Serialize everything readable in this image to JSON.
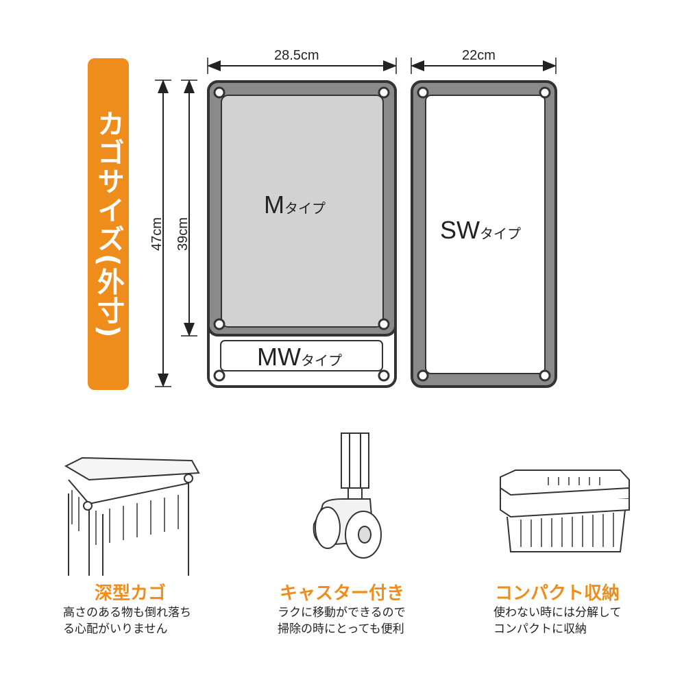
{
  "heading": "カゴサイズ(外寸)",
  "dimensions": {
    "m_width": "28.5cm",
    "sw_width": "22cm",
    "total_height": "47cm",
    "m_height": "39cm"
  },
  "types": {
    "m": {
      "name": "M",
      "suffix": "タイプ"
    },
    "mw": {
      "name": "MW",
      "suffix": "タイプ"
    },
    "sw": {
      "name": "SW",
      "suffix": "タイプ"
    }
  },
  "features": [
    {
      "title": "深型カゴ",
      "lines": [
        "高さのある物も倒れ落ち",
        "る心配がいりません"
      ]
    },
    {
      "title": "キャスター付き",
      "lines": [
        "ラクに移動ができるので",
        "掃除の時にとっても便利"
      ]
    },
    {
      "title": "コンパクト収納",
      "lines": [
        "使わない時には分解して",
        "コンパクトに収納"
      ]
    }
  ],
  "colors": {
    "accent": "#ee8c1c",
    "border": "#f0a030",
    "panel": "#d2d2d2"
  }
}
